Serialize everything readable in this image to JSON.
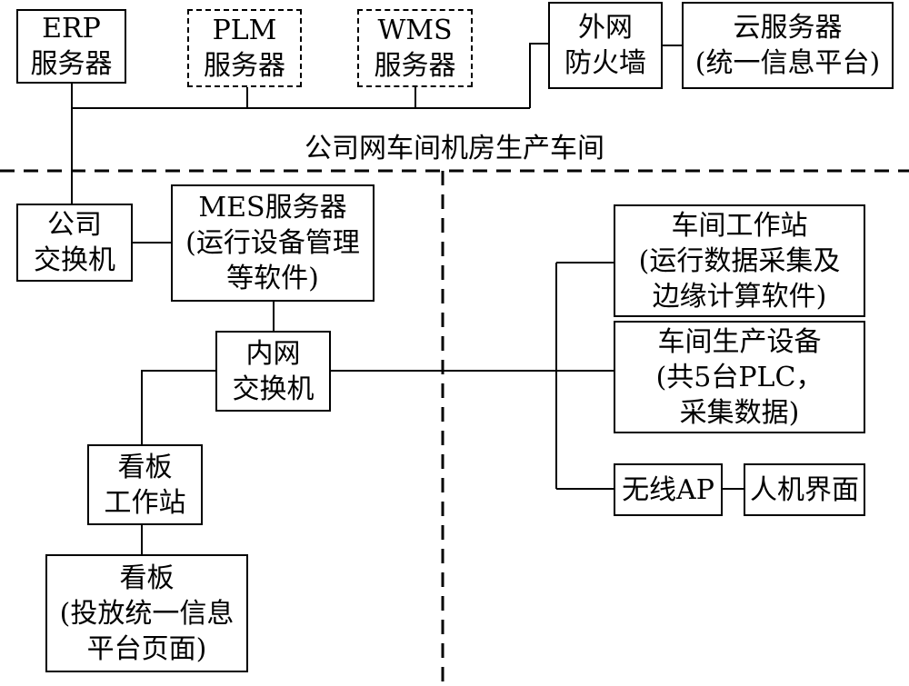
{
  "nodes": {
    "erp": {
      "lines": [
        "ERP",
        "服务器"
      ]
    },
    "plm": {
      "lines": [
        "PLM",
        "服务器"
      ]
    },
    "wms": {
      "lines": [
        "WMS",
        "服务器"
      ]
    },
    "firewall": {
      "lines": [
        "外网",
        "防火墙"
      ]
    },
    "cloud": {
      "lines": [
        "云服务器",
        "(统一信息平台)"
      ]
    },
    "company_switch": {
      "lines": [
        "公司",
        "交换机"
      ]
    },
    "mes": {
      "lines": [
        "MES服务器",
        "(运行设备管理",
        "等软件)"
      ]
    },
    "inner_switch": {
      "lines": [
        "内网",
        "交换机"
      ]
    },
    "workshop_station": {
      "lines": [
        "车间工作站",
        "(运行数据采集及",
        "边缘计算软件)"
      ]
    },
    "production_equipment": {
      "lines": [
        "车间生产设备",
        "(共5台PLC，",
        "采集数据)"
      ]
    },
    "wireless_ap": {
      "lines": [
        "无线AP"
      ]
    },
    "hmi": {
      "lines": [
        "人机界面"
      ]
    },
    "board_station": {
      "lines": [
        "看板",
        "工作站"
      ]
    },
    "board": {
      "lines": [
        "看板",
        "(投放统一信息",
        "平台页面)"
      ]
    }
  },
  "zone_label": "公司网车间机房生产车间"
}
